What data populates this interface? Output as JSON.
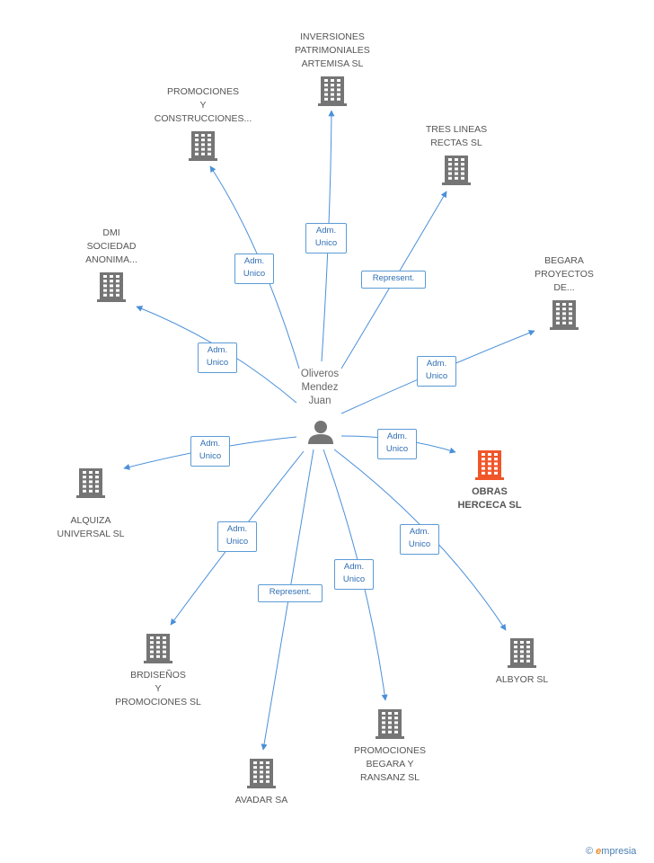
{
  "center": {
    "name_lines": [
      "Oliveros",
      "Mendez",
      "Juan"
    ],
    "icon": "person-icon"
  },
  "companies": [
    {
      "id": "inversiones",
      "lines": [
        "INVERSIONES",
        "PATRIMONIALES",
        "ARTEMISA SL"
      ],
      "relation_lines": [
        "Adm.",
        "Unico"
      ]
    },
    {
      "id": "promociones-construcciones",
      "lines": [
        "PROMOCIONES",
        "Y",
        "CONSTRUCCIONES..."
      ],
      "relation_lines": [
        "Adm.",
        "Unico"
      ]
    },
    {
      "id": "tres-lineas",
      "lines": [
        "TRES LINEAS",
        "RECTAS SL"
      ],
      "relation_lines": [
        "Represent."
      ]
    },
    {
      "id": "dmi",
      "lines": [
        "DMI",
        "SOCIEDAD",
        "ANONIMA..."
      ],
      "relation_lines": [
        "Adm.",
        "Unico"
      ]
    },
    {
      "id": "begara-proyectos",
      "lines": [
        "BEGARA",
        "PROYECTOS",
        "DE..."
      ],
      "relation_lines": [
        "Adm.",
        "Unico"
      ]
    },
    {
      "id": "obras-herceca",
      "lines": [
        "OBRAS",
        "HERCECA SL"
      ],
      "relation_lines": [
        "Adm.",
        "Unico"
      ],
      "highlight": true
    },
    {
      "id": "alquiza",
      "lines": [
        "ALQUIZA",
        "UNIVERSAL SL"
      ],
      "relation_lines": [
        "Adm.",
        "Unico"
      ]
    },
    {
      "id": "brdisenos",
      "lines": [
        "BRDISEÑOS",
        "Y",
        "PROMOCIONES SL"
      ],
      "relation_lines": [
        "Adm.",
        "Unico"
      ]
    },
    {
      "id": "albyor",
      "lines": [
        "ALBYOR SL"
      ],
      "relation_lines": [
        "Adm.",
        "Unico"
      ]
    },
    {
      "id": "avadar",
      "lines": [
        "AVADAR SA"
      ],
      "relation_lines": [
        "Represent."
      ]
    },
    {
      "id": "promociones-begara",
      "lines": [
        "PROMOCIONES",
        "BEGARA Y",
        "RANSANZ SL"
      ],
      "relation_lines": [
        "Adm.",
        "Unico"
      ]
    }
  ],
  "colors": {
    "edge": "#4a90d9",
    "building": "#757575",
    "building_highlight": "#f0562a",
    "person": "#757575",
    "label_border": "#5b9bd5"
  },
  "footer": {
    "copyright_symbol": "©",
    "brand_initial": "e",
    "brand_rest": "mpresia"
  }
}
